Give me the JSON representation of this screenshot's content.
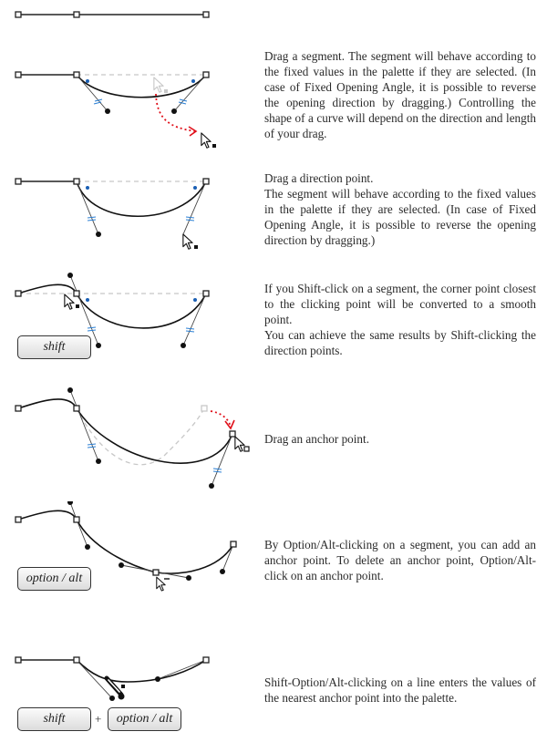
{
  "steps": [
    {
      "id": "initial",
      "description": []
    },
    {
      "id": "drag-segment",
      "description": [
        "Drag a segment. The segment will behave according to the fixed values in the palette if they are selected. (In case of Fixed Opening Angle, it is possible to reverse the opening direc­tion by dragging.) Controlling the shape of a curve will depend on the direction and length of your drag."
      ]
    },
    {
      "id": "drag-direction-point",
      "description": [
        "Drag a direction point.",
        "The segment will behave according to the fixed values in the palette if they are selected. (In case of Fixed Opening Angle, it is possible to reverse the opening direction by dragging.)"
      ]
    },
    {
      "id": "shift-click-segment",
      "keys": [
        "shift"
      ],
      "description": [
        "If you Shift-click on a segment, the corner point closest to the clicking point will be converted to a smooth point.",
        "You can achieve the same results by Shift-click­ing the direction points."
      ]
    },
    {
      "id": "drag-anchor-point",
      "description": [
        "Drag an anchor point."
      ]
    },
    {
      "id": "option-alt-click",
      "keys": [
        "option / alt"
      ],
      "description": [
        "By Option/Alt-clicking on a segment, you can add an anchor point. To delete an anchor point, Option/Alt-click on an anchor point."
      ]
    },
    {
      "id": "shift-option-alt-click",
      "keys": [
        "shift",
        "option / alt"
      ],
      "key_separator": "+",
      "description": [
        "Shift-Option/Alt-clicking on a line enters the values of the nearest anchor point into the palette."
      ]
    }
  ],
  "colors": {
    "path": "#111111",
    "guide_dashed": "#c8c8c8",
    "handle_marker": "#2a7fd4",
    "fixed_point": "#1a5fb4",
    "drag_arrow": "#e0101a",
    "ghost_cursor": "#c8c8c8"
  }
}
